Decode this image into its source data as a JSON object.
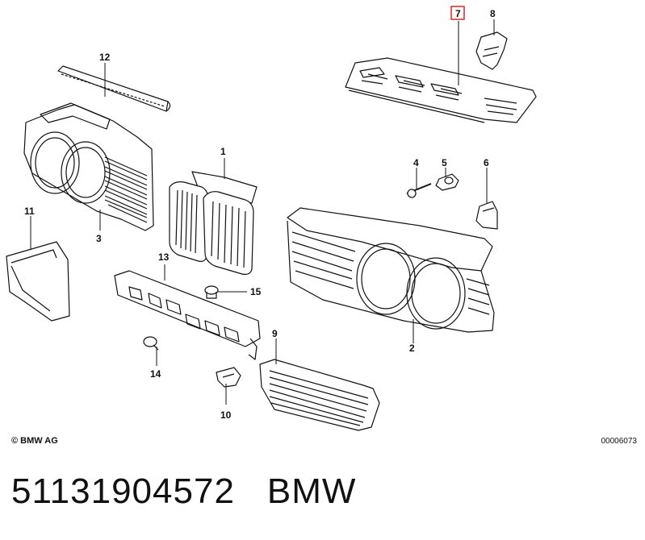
{
  "diagram": {
    "callouts": [
      {
        "id": "c1",
        "label": "1"
      },
      {
        "id": "c2",
        "label": "2"
      },
      {
        "id": "c3",
        "label": "3"
      },
      {
        "id": "c4",
        "label": "4"
      },
      {
        "id": "c5",
        "label": "5"
      },
      {
        "id": "c6",
        "label": "6"
      },
      {
        "id": "c7",
        "label": "7",
        "highlighted": true
      },
      {
        "id": "c8",
        "label": "8"
      },
      {
        "id": "c9",
        "label": "9"
      },
      {
        "id": "c10",
        "label": "10"
      },
      {
        "id": "c11",
        "label": "11"
      },
      {
        "id": "c12",
        "label": "12"
      },
      {
        "id": "c13",
        "label": "13"
      },
      {
        "id": "c14",
        "label": "14"
      },
      {
        "id": "c15",
        "label": "15"
      }
    ],
    "highlight_color": "#e0202a",
    "copyright": "© BMW AG",
    "diagram_id": "00006073"
  },
  "footer": {
    "part_number": "51131904572",
    "brand": "BMW"
  }
}
